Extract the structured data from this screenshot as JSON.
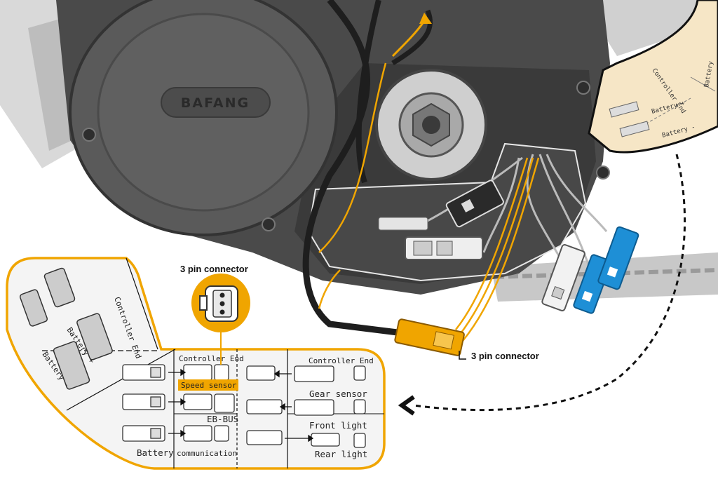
{
  "motor": {
    "brand": "BAFANG"
  },
  "callouts": {
    "top_connector": "3 pin connector",
    "main_connector": "3 pin connector"
  },
  "panel": {
    "battery_plus": "Battery +",
    "battery_minus": "Battery -",
    "controller_end_diag": "Controller End",
    "left_column_header": "Controller End",
    "right_column_header": "Controller End",
    "speed_sensor": "Speed sensor",
    "eb_bus": "EB-BUS",
    "battery": "Battery",
    "communication": "communication",
    "gear_sensor": "Gear sensor",
    "front_light": "Front light",
    "rear_light": "Rear light"
  },
  "corner_panel": {
    "controller_end": "Controller End",
    "battery_plus": "Battery +",
    "battery_minus": "Battery -",
    "battery_edge": "Battery"
  },
  "colors": {
    "accent_orange": "#f0a500",
    "motor_dark": "#3a3a3a",
    "panel_fill": "#f4f4f4",
    "corner_fill": "#f6e6c6",
    "sensor_blue": "#1e8fd6"
  }
}
